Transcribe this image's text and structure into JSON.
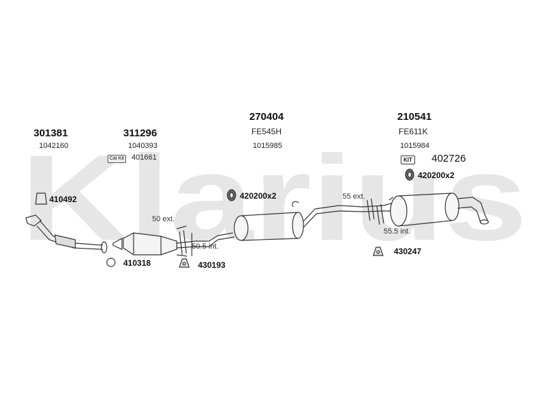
{
  "watermark": "Klarius",
  "parts": {
    "front_pipe": {
      "number": "301381",
      "ref": "1042160"
    },
    "cat": {
      "number": "311296",
      "ref": "1040393",
      "kit_label": "Cat Kit",
      "kit_number": "401661"
    },
    "middle": {
      "number": "270404",
      "code": "FE545H",
      "ref": "1015985"
    },
    "rear": {
      "number": "210541",
      "code": "FE611K",
      "ref": "1015984",
      "kit_label": "KIT",
      "kit_number": "402726"
    }
  },
  "fittings": {
    "gasket_1": "410492",
    "ring": "410318",
    "mount_1": "430193",
    "mount_x2_a": "420200x2",
    "mount_x2_b": "420200x2",
    "mount_2": "430247"
  },
  "dimensions": {
    "d1_ext": "50 ext.",
    "d1_int": "50.5 int.",
    "d2_ext": "55 ext.",
    "d2_int": "55.5 int."
  }
}
